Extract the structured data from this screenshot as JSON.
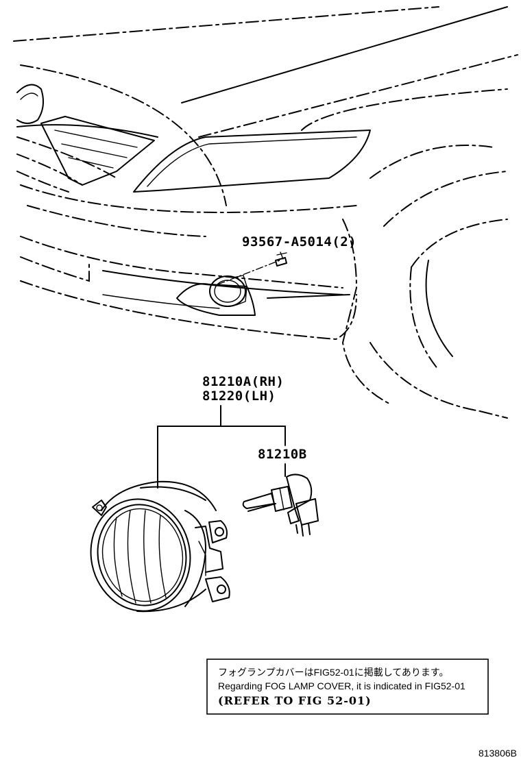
{
  "diagram": {
    "parts": {
      "screw": "93567-A5014(2)",
      "fog_lamp_rh": "81210A(RH)",
      "fog_lamp_lh": "81220(LH)",
      "bulb": "81210B"
    },
    "note": {
      "line_jp": "フォグランプカバーはFIG52-01に掲載してあります。",
      "line_en": "Regarding FOG LAMP COVER, it is indicated in FIG52-01",
      "line_ref": "(REFER TO FIG 52-01)"
    },
    "illustration_code": "813806B"
  }
}
